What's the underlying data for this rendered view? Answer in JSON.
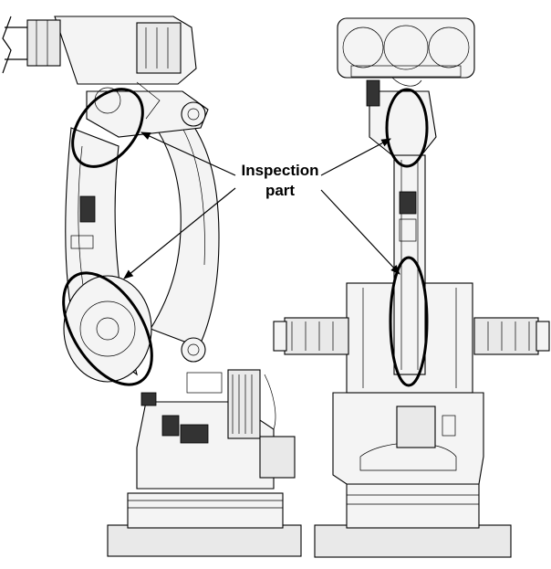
{
  "diagram": {
    "callout": {
      "line1": "Inspection",
      "line2": "part"
    },
    "views": [
      "side-view",
      "front-view"
    ]
  }
}
